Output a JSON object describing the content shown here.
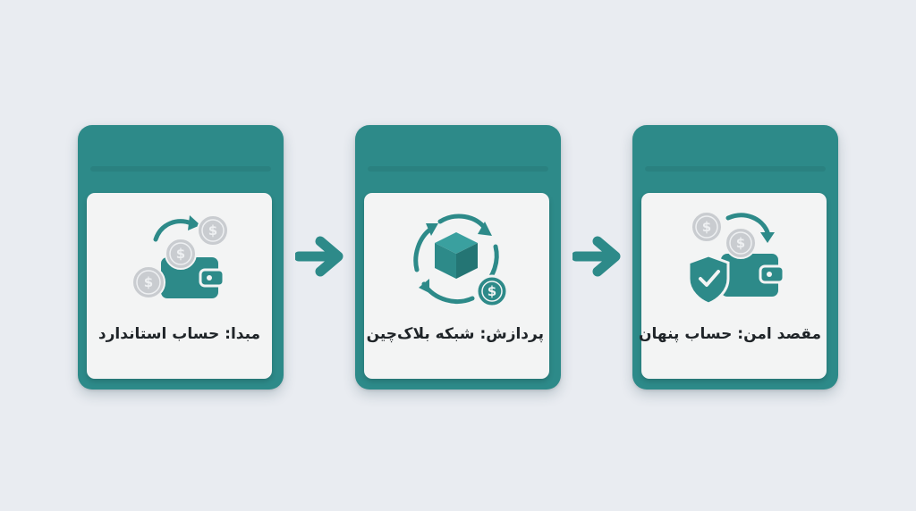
{
  "steps": [
    {
      "label": "مبدا: حساب استاندارد",
      "icon": "wallet-coins-icon"
    },
    {
      "label": "پردازش: شبکه بلاک‌چین",
      "icon": "blockchain-cube-icon"
    },
    {
      "label": "مقصد امن: حساب پنهان",
      "icon": "secure-wallet-icon"
    }
  ],
  "coin_symbol": "$",
  "colors": {
    "background": "#e9ecf1",
    "teal": "#2d8a89",
    "card_inner": "#f3f4f4",
    "coin": "#c9ccd0",
    "text": "#1f2428"
  }
}
